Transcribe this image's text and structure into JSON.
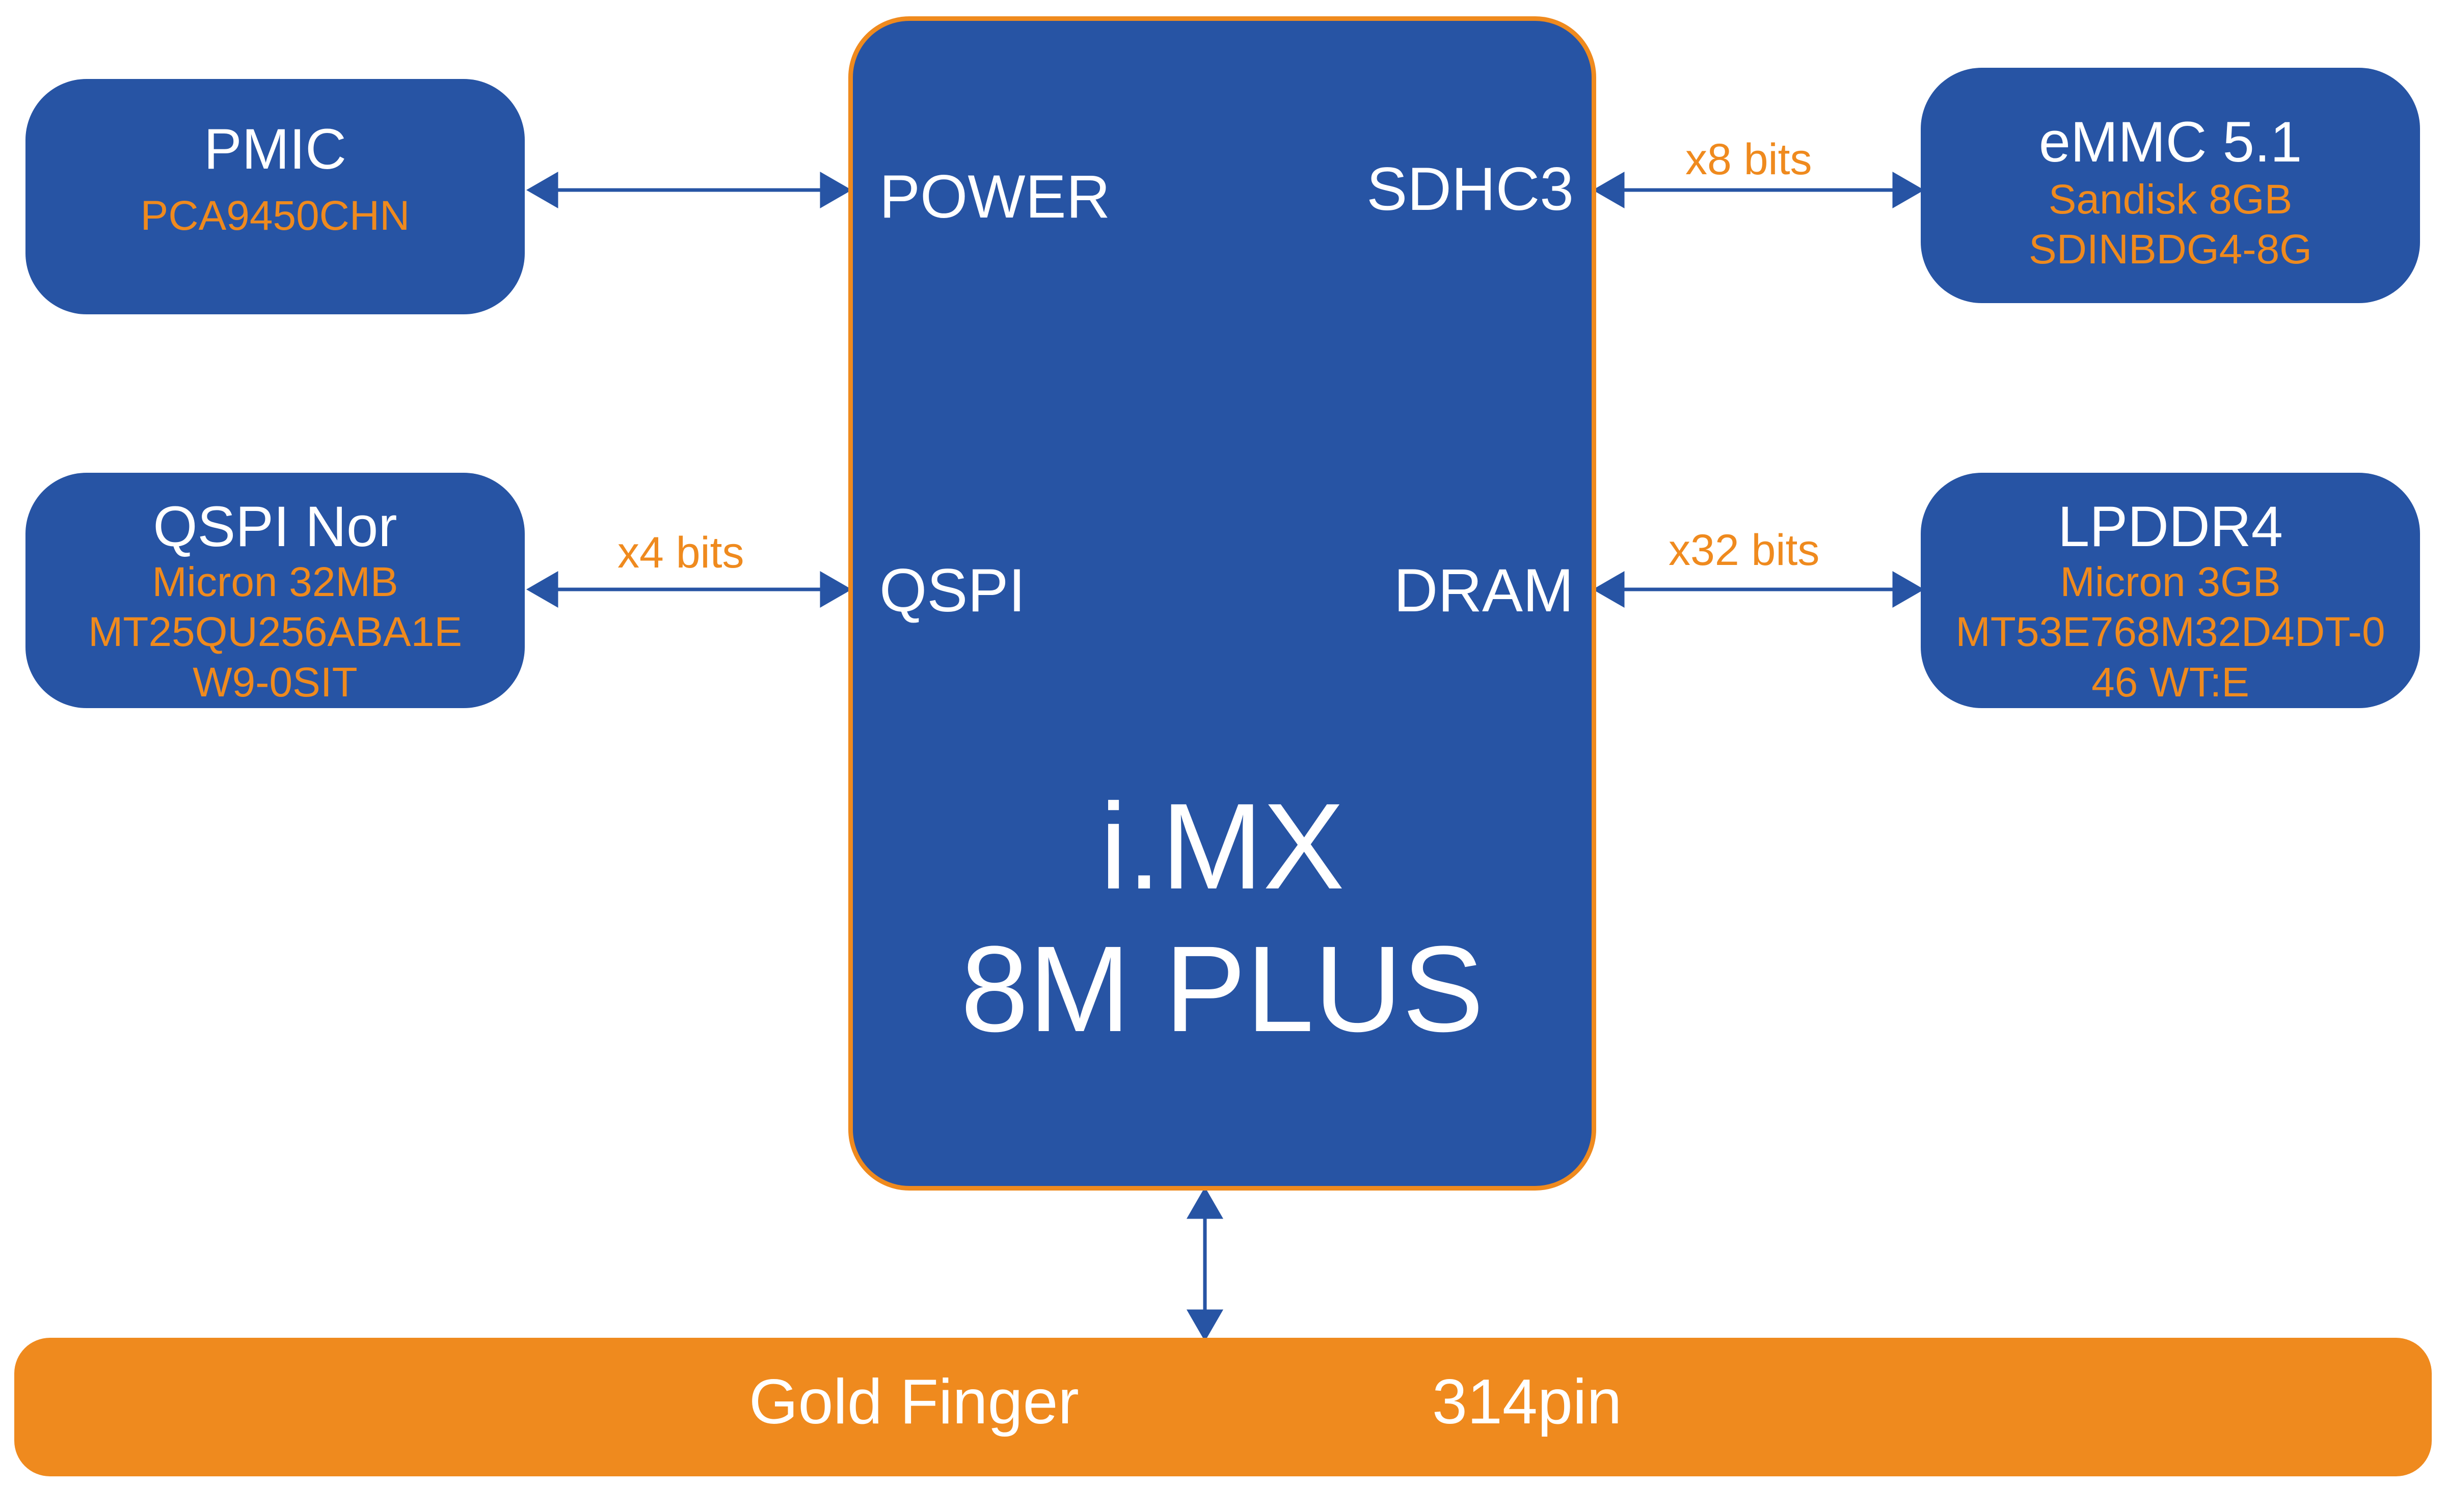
{
  "pmic": {
    "title": "PMIC",
    "lines": [
      "PCA9450CHN"
    ]
  },
  "qspi_nor": {
    "title": "QSPI Nor",
    "lines": [
      "Micron 32MB",
      "MT25QU256ABA1E",
      "W9-0SIT"
    ]
  },
  "emmc": {
    "title": "eMMC 5.1",
    "lines": [
      "Sandisk  8GB",
      "SDINBDG4-8G"
    ]
  },
  "lpddr4": {
    "title": "LPDDR4",
    "lines": [
      "Micron 3GB",
      "MT53E768M32D4DT-0",
      "46 WT:E"
    ]
  },
  "cpu": {
    "name_line1": "i.MX",
    "name_line2": "8M PLUS",
    "ports": {
      "power": "POWER",
      "qspi": "QSPI",
      "sdhc3": "SDHC3",
      "dram": "DRAM"
    }
  },
  "links": {
    "qspi_bits": "x4 bits",
    "sdhc3_bits": "x8 bits",
    "dram_bits": "x32 bits"
  },
  "gold_finger": {
    "label": "Gold Finger",
    "pins": "314pin"
  },
  "colors": {
    "blue": "#2754A4",
    "orange": "#EF8A1E",
    "arrow": "#2754A4"
  }
}
